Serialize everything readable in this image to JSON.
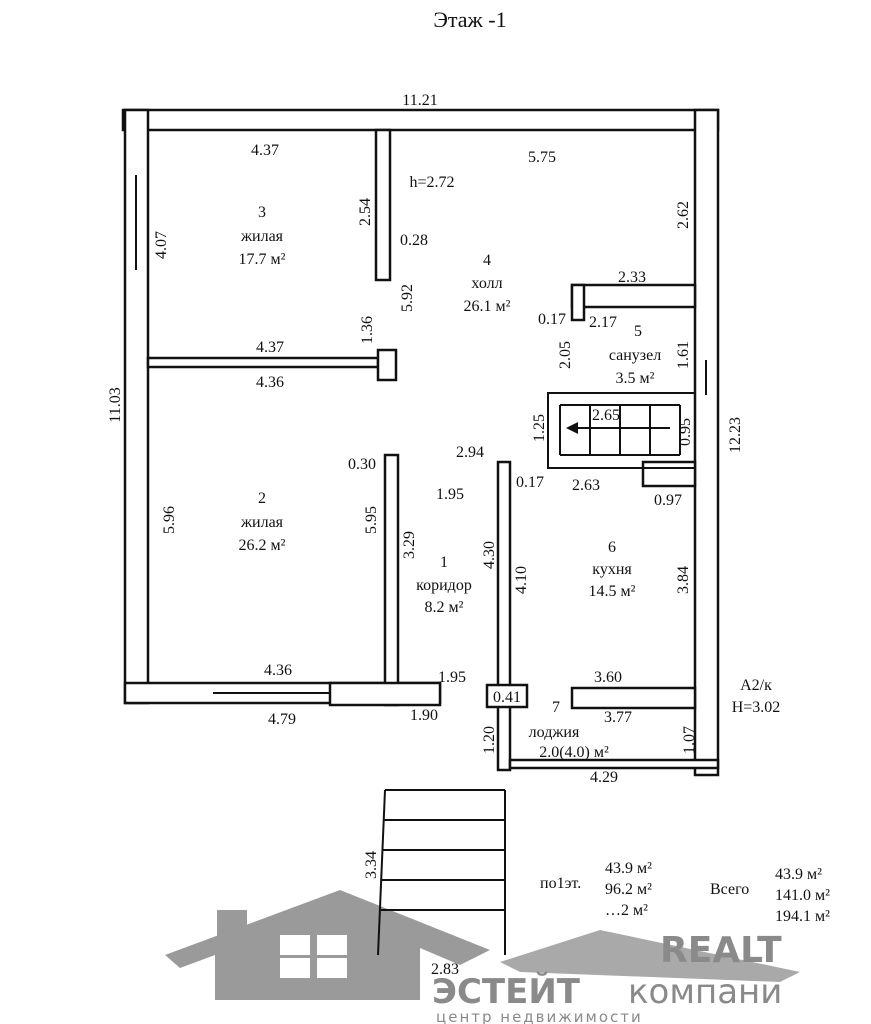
{
  "title": "Этаж -1",
  "dims": [
    "11.21",
    "4.37",
    "5.75",
    "h=2.72",
    "2.54",
    "2.62",
    "4.07",
    "0.28",
    "5.92",
    "2.33",
    "0.17",
    "2.17",
    "1.36",
    "2.05",
    "1.61",
    "4.37",
    "4.36",
    "11.03",
    "1.25",
    "2.65",
    "0.95",
    "12.23",
    "2.94",
    "0.30",
    "0.17",
    "2.63",
    "1.95",
    "0.97",
    "5.96",
    "5.95",
    "3.29",
    "4.30",
    "4.10",
    "3.84",
    "4.36",
    "1.95",
    "3.60",
    "4.79",
    "1.90",
    "0.41",
    "3.77",
    "1.20",
    "1.07",
    "4.29",
    "3.34",
    "2.83"
  ],
  "rooms": [
    {
      "num": "1",
      "name": "коридор",
      "area": "8.2 м²"
    },
    {
      "num": "2",
      "name": "жилая",
      "area": "26.2 м²"
    },
    {
      "num": "3",
      "name": "жилая",
      "area": "17.7 м²"
    },
    {
      "num": "4",
      "name": "холл",
      "area": "26.1 м²"
    },
    {
      "num": "5",
      "name": "санузел",
      "area": "3.5 м²"
    },
    {
      "num": "6",
      "name": "кухня",
      "area": "14.5 м²"
    },
    {
      "num": "7",
      "name": "лоджия",
      "area": "2.0(4.0) м²"
    }
  ],
  "class_label": "А2/к",
  "height_label": "H=3.02",
  "summary": {
    "floor_label": "по1эт.",
    "floor_values": [
      "43.9 м²",
      "96.2 м²",
      "…2 м²"
    ],
    "total_label": "Всего",
    "total_values": [
      "43.9 м²",
      "141.0 м²",
      "194.1 м²"
    ]
  },
  "watermark": {
    "realt": "REALT",
    "brand_a": "ЭСТЕЙТ",
    "brand_b": "компани",
    "tagline": "центр недвижимости"
  }
}
